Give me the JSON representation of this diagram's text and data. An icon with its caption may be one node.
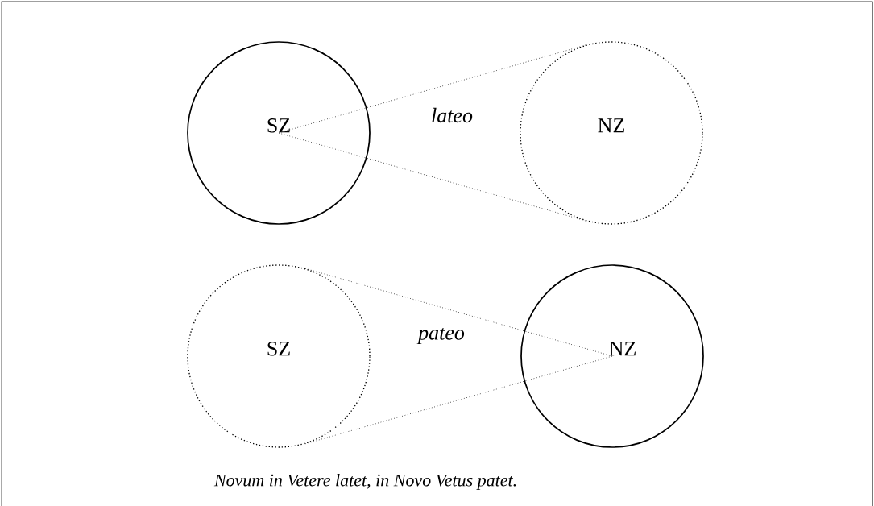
{
  "diagram": {
    "caption": "Novum in Vetere latet, in Novo Vetus patet.",
    "nodes": [
      {
        "text": [
          "SZ"
        ]
      },
      {
        "text": [
          "NZ"
        ]
      },
      {
        "text": [
          "SZ"
        ]
      },
      {
        "text": [
          "NZ"
        ]
      }
    ],
    "edges": [
      {
        "from": 0,
        "to": 1,
        "arrow": "none",
        "style": "dashed"
      },
      {
        "from": 0,
        "to": 1,
        "arrow": "none",
        "style": "dashed"
      },
      {
        "from": 3,
        "to": 2,
        "arrow": "none",
        "style": "dashed"
      },
      {
        "from": 3,
        "to": 2,
        "arrow": "none",
        "style": "dashed"
      }
    ],
    "labels": [
      "lateo",
      "pateo"
    ]
  }
}
